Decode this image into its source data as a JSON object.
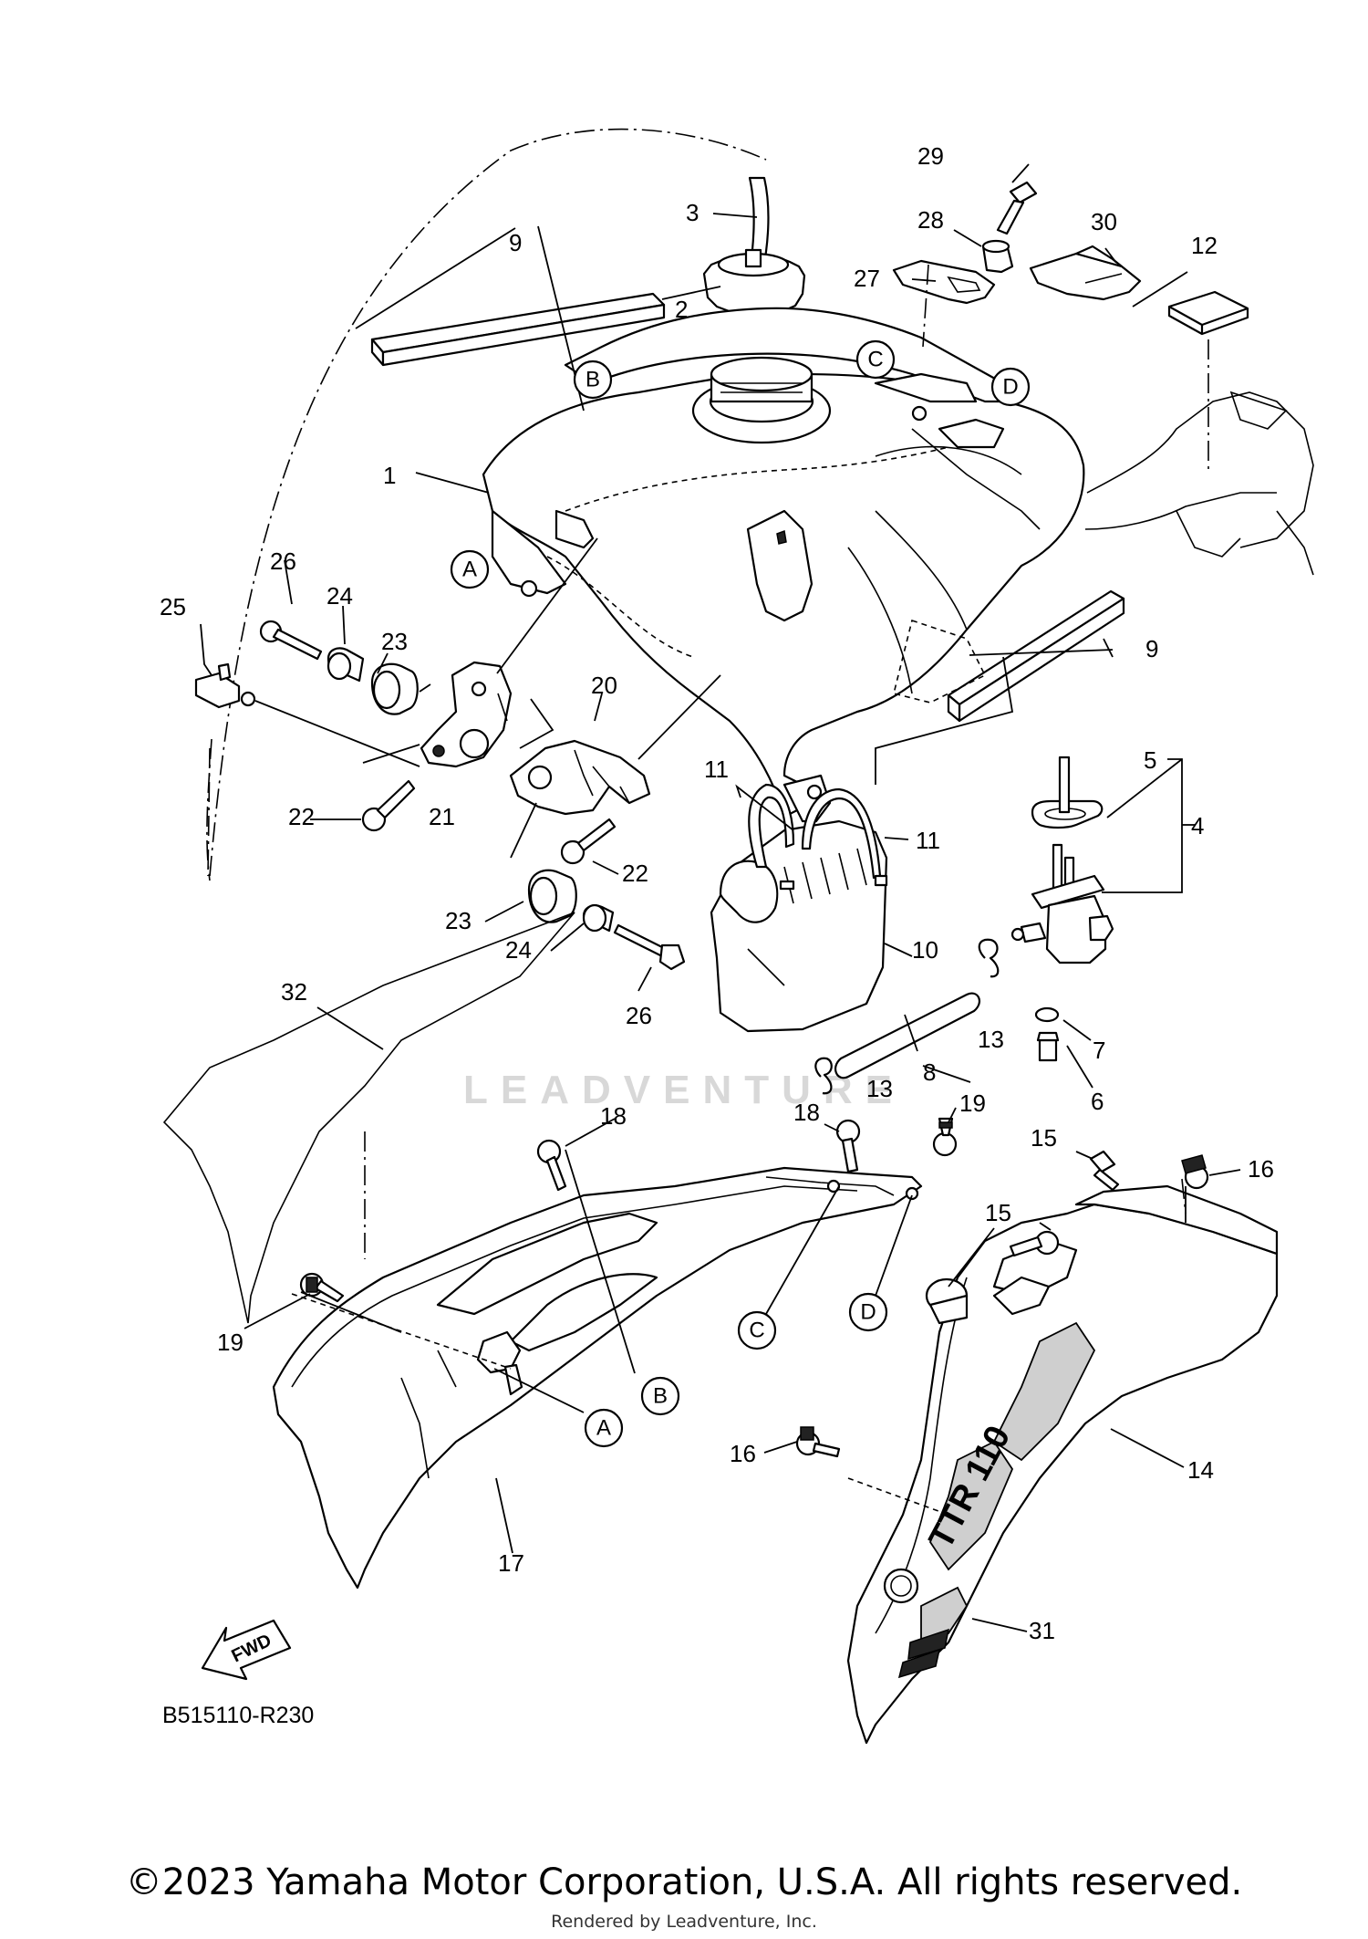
{
  "diagram": {
    "part_numbers": [
      "1",
      "2",
      "3",
      "4",
      "5",
      "6",
      "7",
      "8",
      "9",
      "9",
      "10",
      "11",
      "11",
      "12",
      "13",
      "13",
      "14",
      "15",
      "15",
      "16",
      "16",
      "17",
      "18",
      "18",
      "19",
      "19",
      "20",
      "21",
      "22",
      "22",
      "23",
      "23",
      "24",
      "24",
      "25",
      "26",
      "26",
      "27",
      "28",
      "29",
      "30",
      "31",
      "32"
    ],
    "reference_letters": [
      "A",
      "B",
      "C",
      "D",
      "A",
      "B",
      "C",
      "D"
    ],
    "fwd_arrow": "FWD",
    "decal_text": "TTR 110",
    "diagram_code": "B515110-R230",
    "watermark": "LEADVENTURE"
  },
  "footer": {
    "copyright": "©2023 Yamaha Motor Corporation, U.S.A. All rights reserved.",
    "rendered_by": "Rendered by Leadventure, Inc."
  }
}
